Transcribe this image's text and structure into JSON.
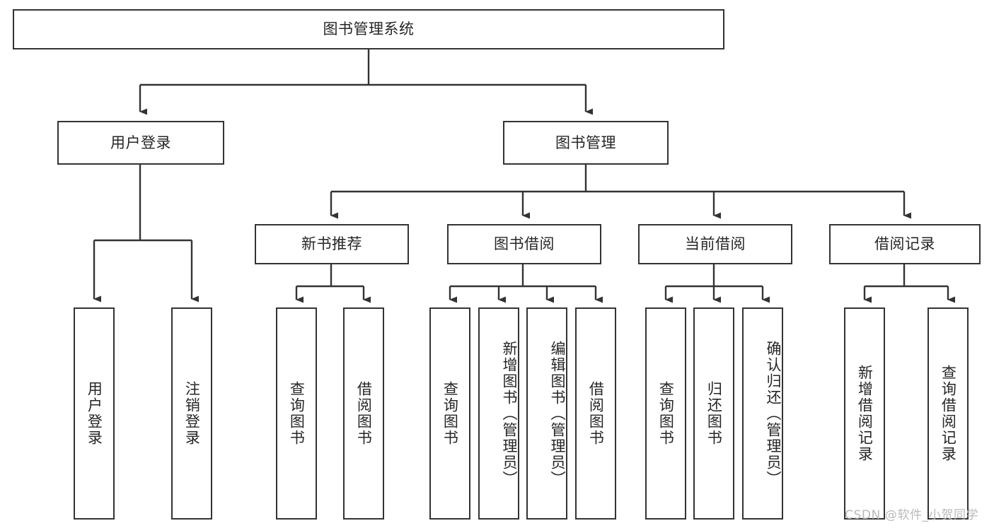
{
  "diagram": {
    "type": "tree-hierarchy-chart",
    "title": "图书管理系统",
    "watermark": "CSDN @软件_小贺同学",
    "colors": {
      "box_border": "#333333",
      "box_fill": "#ffffff",
      "connector": "#333333",
      "text": "#262626",
      "watermark": "#b9b9b9"
    },
    "root": {
      "label": "图书管理系统"
    },
    "level1": [
      {
        "label": "用户登录"
      },
      {
        "label": "图书管理"
      }
    ],
    "user_login_children": [
      {
        "label": "用户登录"
      },
      {
        "label": "注销登录"
      }
    ],
    "book_manage_children": [
      {
        "label": "新书推荐"
      },
      {
        "label": "图书借阅"
      },
      {
        "label": "当前借阅"
      },
      {
        "label": "借阅记录"
      }
    ],
    "new_book_children": [
      {
        "label": "查询图书"
      },
      {
        "label": "借阅图书"
      }
    ],
    "book_borrow_children": [
      {
        "label": "查询图书"
      },
      {
        "label": "新增图书（管理员）"
      },
      {
        "label": "编辑图书（管理员）"
      },
      {
        "label": "借阅图书"
      }
    ],
    "current_borrow_children": [
      {
        "label": "查询图书"
      },
      {
        "label": "归还图书"
      },
      {
        "label": "确认归还（管理员）"
      }
    ],
    "borrow_record_children": [
      {
        "label": "新增借阅记录"
      },
      {
        "label": "查询借阅记录"
      }
    ]
  }
}
